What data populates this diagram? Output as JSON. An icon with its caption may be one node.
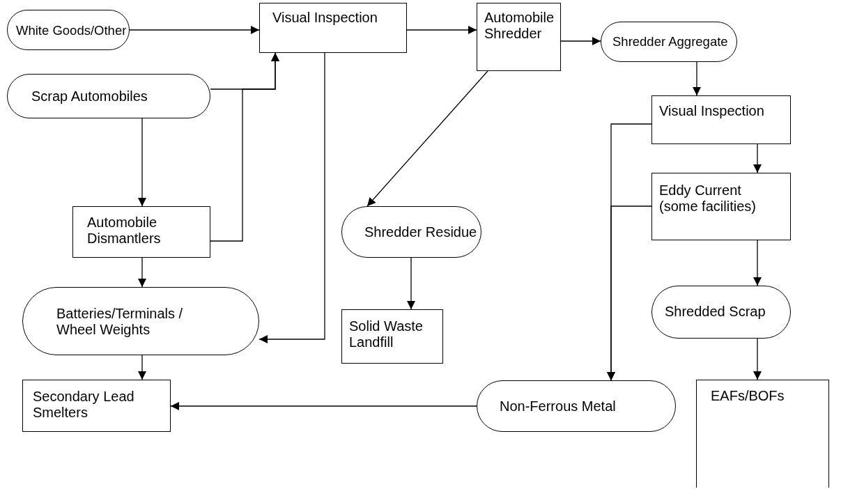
{
  "diagram": {
    "nodes": [
      {
        "text": [
          "White Goods/Other"
        ]
      },
      {
        "text": [
          "Visual Inspection"
        ]
      },
      {
        "text": [
          "Automobile Shredder"
        ]
      },
      {
        "text": [
          "Shredder Aggregate"
        ]
      },
      {
        "text": [
          "Scrap Automobiles"
        ]
      },
      {
        "text": [
          "Visual Inspection"
        ]
      },
      {
        "text": [
          "Automobile Dismantlers"
        ]
      },
      {
        "text": [
          "Shredder Residue"
        ]
      },
      {
        "text": [
          "Eddy Current (some facilities)"
        ]
      },
      {
        "text": [
          "Batteries/Terminals / Wheel Weights"
        ]
      },
      {
        "text": [
          "Solid Waste Landfill"
        ]
      },
      {
        "text": [
          "Shredded Scrap"
        ]
      },
      {
        "text": [
          "Secondary Lead Smelters"
        ]
      },
      {
        "text": [
          "Non-Ferrous Metal"
        ]
      },
      {
        "text": [
          "EAFs/BOFs"
        ]
      }
    ],
    "edges": [
      {
        "from": 0,
        "to": 1,
        "arrow": "to"
      },
      {
        "from": 1,
        "to": 2,
        "arrow": "to"
      },
      {
        "from": 2,
        "to": 3,
        "arrow": "to"
      },
      {
        "from": 4,
        "to": 1,
        "arrow": "to"
      },
      {
        "from": 6,
        "to": 1,
        "arrow": "to"
      },
      {
        "from": 4,
        "to": 6,
        "arrow": "to"
      },
      {
        "from": 6,
        "to": 9,
        "arrow": "to"
      },
      {
        "from": 1,
        "to": 9,
        "arrow": "to"
      },
      {
        "from": 2,
        "to": 7,
        "arrow": "to"
      },
      {
        "from": 3,
        "to": 5,
        "arrow": "to"
      },
      {
        "from": 5,
        "to": 13,
        "arrow": "to"
      },
      {
        "from": 8,
        "to": 13,
        "arrow": "to"
      },
      {
        "from": 5,
        "to": 8,
        "arrow": "to"
      },
      {
        "from": 8,
        "to": 11,
        "arrow": "to"
      },
      {
        "from": 7,
        "to": 10,
        "arrow": "to"
      },
      {
        "from": 9,
        "to": 12,
        "arrow": "to"
      },
      {
        "from": 13,
        "to": 12,
        "arrow": "to"
      },
      {
        "from": 11,
        "to": 14,
        "arrow": "to"
      }
    ]
  }
}
